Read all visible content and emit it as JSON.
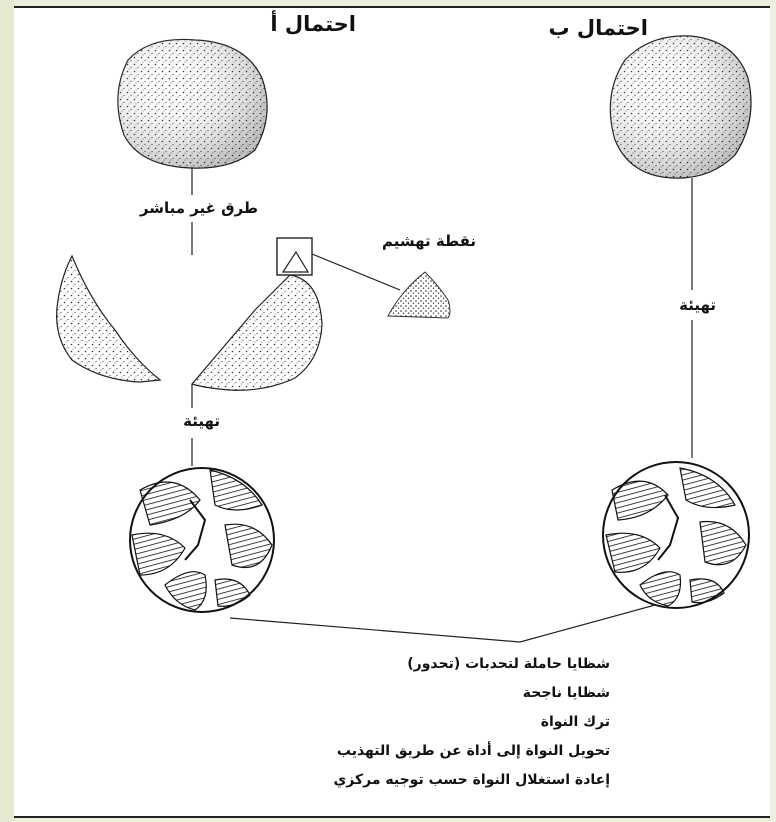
{
  "diagram": {
    "title_a": "احتمال أ",
    "title_b": "احتمال ب",
    "label_indirect": "طرق غير مباشر",
    "label_striking_point": "نقطة تهشيم",
    "label_preparation_a": "تهيئة",
    "label_preparation_b": "تهيئة",
    "legend": [
      "شظايا حاملة لتحدبات (تحدور)",
      "شظايا ناجحة",
      "ترك النواة",
      "تحويل النواة إلى أداة عن طريق التهذيب",
      "إعادة استغلال النواة حسب توجيه مركزي"
    ],
    "colors": {
      "ink": "#111111",
      "background": "#ffffff",
      "margin": "#eef0df"
    }
  }
}
